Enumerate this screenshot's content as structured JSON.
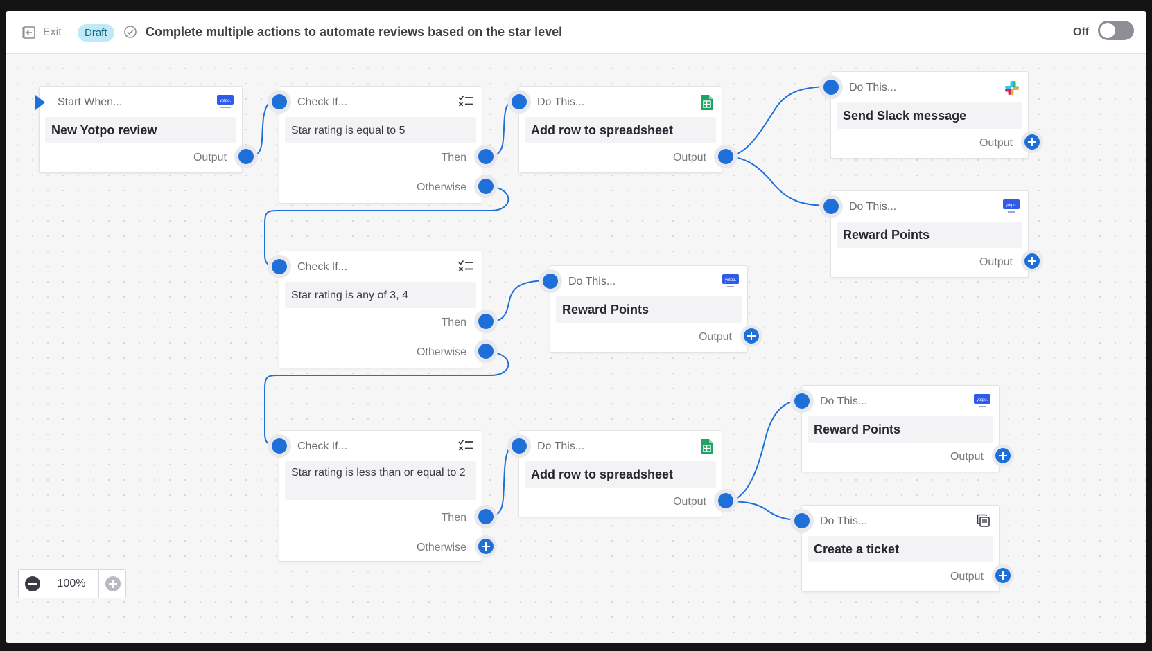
{
  "header": {
    "exit_label": "Exit",
    "status_badge": "Draft",
    "title": "Complete multiple actions to automate reviews based on the star level",
    "toggle_label": "Off",
    "toggle_state": "off"
  },
  "colors": {
    "accent": "#1f6fd8",
    "badge_bg": "#bfe9f7",
    "badge_text": "#16637c",
    "sheets_green": "#1fa463"
  },
  "nodes": {
    "start": {
      "head": "Start When...",
      "body": "New Yotpo review",
      "output": "Output",
      "icon": "yotpo-logo-icon"
    },
    "check1": {
      "head": "Check If...",
      "body": "Star rating is equal to 5",
      "then": "Then",
      "otherwise": "Otherwise",
      "icon": "checklist-icon"
    },
    "do_sheet1": {
      "head": "Do This...",
      "body": "Add row to spreadsheet",
      "output": "Output",
      "icon": "google-sheets-icon"
    },
    "do_slack": {
      "head": "Do This...",
      "body": "Send Slack message",
      "output": "Output",
      "icon": "slack-icon"
    },
    "do_reward1": {
      "head": "Do This...",
      "body": "Reward Points",
      "output": "Output",
      "icon": "yotpo-logo-icon"
    },
    "check2": {
      "head": "Check If...",
      "body": "Star rating is any of 3, 4",
      "then": "Then",
      "otherwise": "Otherwise",
      "icon": "checklist-icon"
    },
    "do_reward2": {
      "head": "Do This...",
      "body": "Reward Points",
      "output": "Output",
      "icon": "yotpo-logo-icon"
    },
    "check3": {
      "head": "Check If...",
      "body": "Star rating is less than or equal to 2",
      "then": "Then",
      "otherwise": "Otherwise",
      "icon": "checklist-icon"
    },
    "do_sheet2": {
      "head": "Do This...",
      "body": "Add row to spreadsheet",
      "output": "Output",
      "icon": "google-sheets-icon"
    },
    "do_reward3": {
      "head": "Do This...",
      "body": "Reward Points",
      "output": "Output",
      "icon": "yotpo-logo-icon"
    },
    "do_ticket": {
      "head": "Do This...",
      "body": "Create a ticket",
      "output": "Output",
      "icon": "ticket-copy-icon"
    }
  },
  "zoom": {
    "level": "100%"
  },
  "logo_text": "yotpo."
}
